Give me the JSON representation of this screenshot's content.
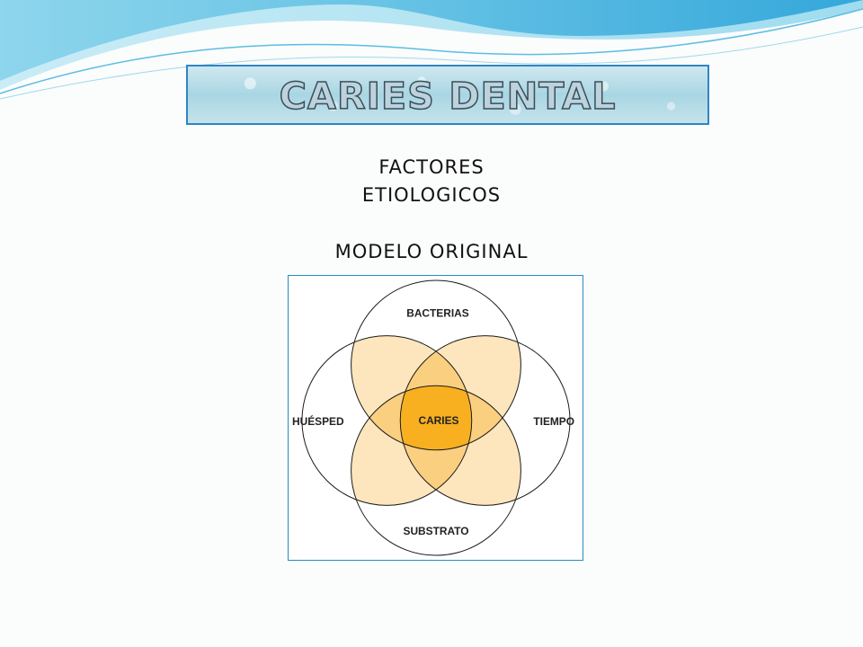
{
  "title": "CARIES DENTAL",
  "subtitle_line1": "FACTORES",
  "subtitle_line2": "ETIOLOGICOS",
  "subtitle_line3": "MODELO ORIGINAL",
  "diagram": {
    "top_label": "BACTERIAS",
    "left_label": "HUÉSPED",
    "right_label": "TIEMPO",
    "bottom_label": "SUBSTRATO",
    "center_label": "CARIES"
  },
  "colors": {
    "outer_fill": "#ffffff",
    "petal_fill": "#fde6bd",
    "overlap_fill": "#fbcf80",
    "center_fill": "#f8b020",
    "frame_border": "#2a8cc0"
  }
}
